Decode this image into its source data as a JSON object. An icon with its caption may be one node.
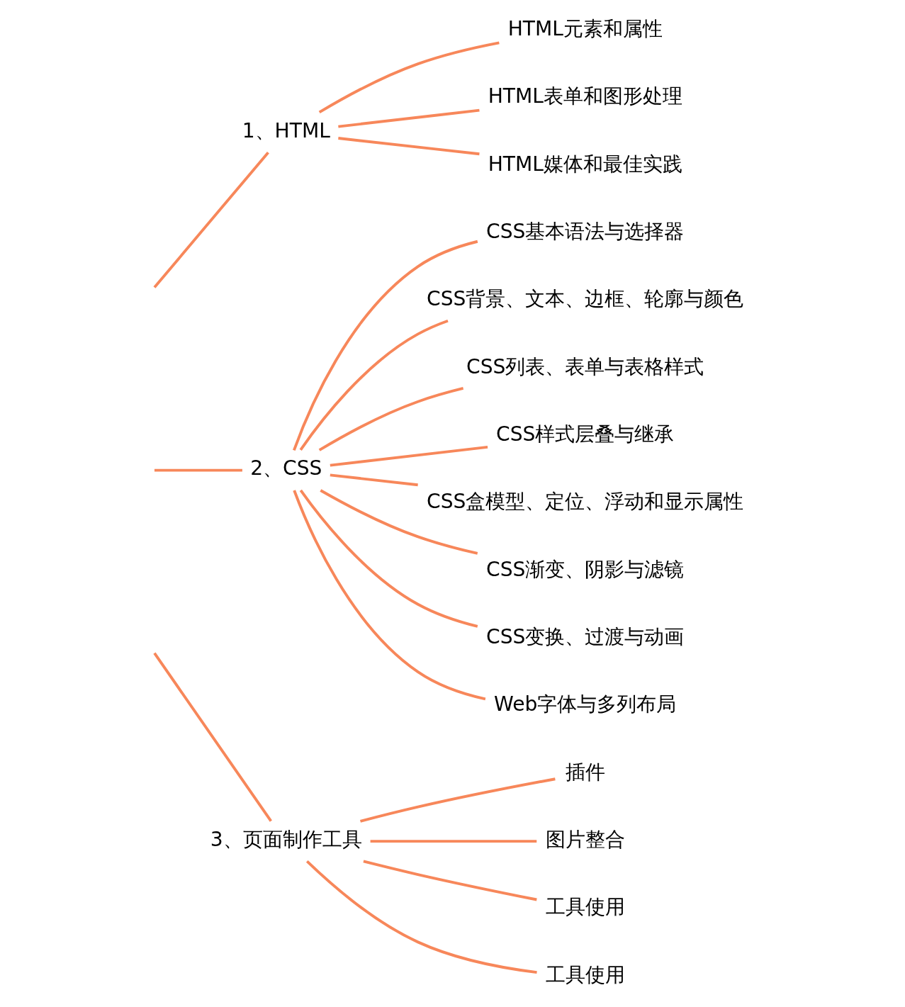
{
  "diagram": {
    "nodes": [
      {
        "text": [
          "1、HTML"
        ]
      },
      {
        "text": [
          "HTML元素和属性"
        ]
      },
      {
        "text": [
          "HTML表单和图形处理"
        ]
      },
      {
        "text": [
          "HTML媒体和最佳实践"
        ]
      },
      {
        "text": [
          "2、CSS"
        ]
      },
      {
        "text": [
          "CSS基本语法与选择器"
        ]
      },
      {
        "text": [
          "CSS背景、文本、边框、轮廓与颜色"
        ]
      },
      {
        "text": [
          "CSS列表、表单与表格样式"
        ]
      },
      {
        "text": [
          "CSS样式层叠与继承"
        ]
      },
      {
        "text": [
          "CSS盒模型、定位、浮动和显示属性"
        ]
      },
      {
        "text": [
          "CSS渐变、阴影与滤镜"
        ]
      },
      {
        "text": [
          "CSS变换、过渡与动画"
        ]
      },
      {
        "text": [
          "Web字体与多列布局"
        ]
      },
      {
        "text": [
          "3、页面制作工具"
        ]
      },
      {
        "text": [
          "插件"
        ]
      },
      {
        "text": [
          "图片整合"
        ]
      },
      {
        "text": [
          "工具使用"
        ]
      },
      {
        "text": [
          "工具使用"
        ]
      }
    ],
    "edges": [
      {
        "from": null,
        "to": 0,
        "arrow": "none"
      },
      {
        "from": null,
        "to": 4,
        "arrow": "none"
      },
      {
        "from": null,
        "to": 13,
        "arrow": "none"
      },
      {
        "from": 0,
        "to": 1,
        "arrow": "none"
      },
      {
        "from": 0,
        "to": 2,
        "arrow": "none"
      },
      {
        "from": 0,
        "to": 3,
        "arrow": "none"
      },
      {
        "from": 4,
        "to": 5,
        "arrow": "none"
      },
      {
        "from": 4,
        "to": 6,
        "arrow": "none"
      },
      {
        "from": 4,
        "to": 7,
        "arrow": "none"
      },
      {
        "from": 4,
        "to": 8,
        "arrow": "none"
      },
      {
        "from": 4,
        "to": 9,
        "arrow": "none"
      },
      {
        "from": 4,
        "to": 10,
        "arrow": "none"
      },
      {
        "from": 4,
        "to": 11,
        "arrow": "none"
      },
      {
        "from": 4,
        "to": 12,
        "arrow": "none"
      },
      {
        "from": 13,
        "to": 14,
        "arrow": "none"
      },
      {
        "from": 13,
        "to": 15,
        "arrow": "none"
      },
      {
        "from": 13,
        "to": 16,
        "arrow": "none"
      },
      {
        "from": 13,
        "to": 17,
        "arrow": "none"
      }
    ]
  }
}
